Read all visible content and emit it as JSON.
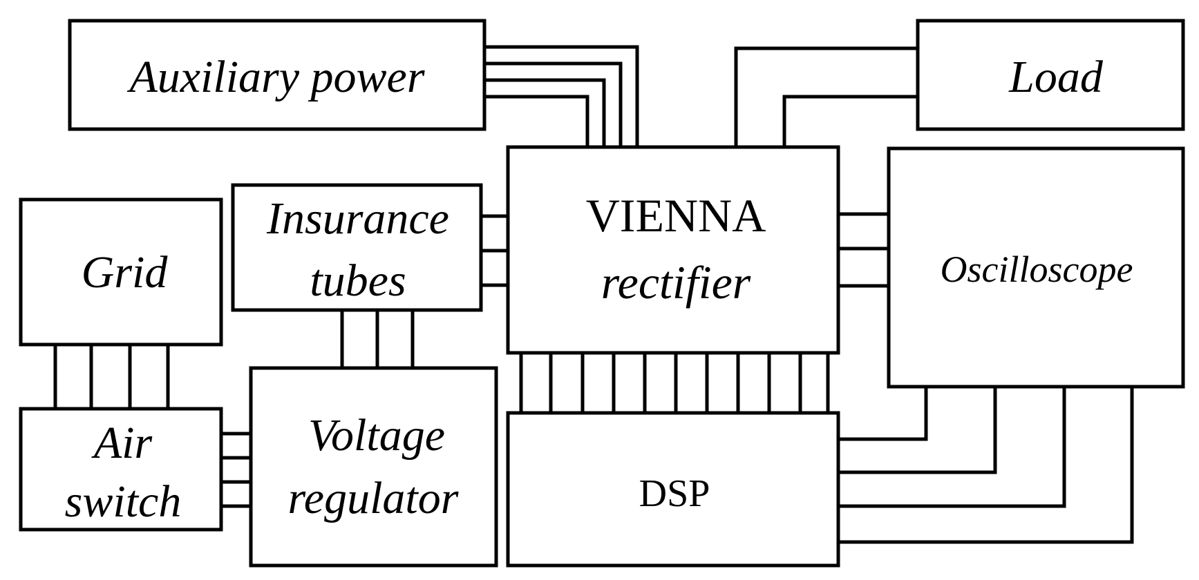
{
  "colors": {
    "stroke": "#000000",
    "background": "#ffffff"
  },
  "blocks": {
    "auxiliary_power": {
      "lines": [
        "Auxiliary power"
      ]
    },
    "load": {
      "lines": [
        "Load"
      ]
    },
    "grid": {
      "lines": [
        "Grid"
      ]
    },
    "insurance_tubes": {
      "lines": [
        "Insurance",
        "tubes"
      ]
    },
    "vienna_rectifier": {
      "lines": [
        "VIENNA",
        "rectifier"
      ]
    },
    "oscilloscope": {
      "lines": [
        "Oscilloscope"
      ]
    },
    "air_switch": {
      "lines": [
        "Air",
        "switch"
      ]
    },
    "voltage_regulator": {
      "lines": [
        "Voltage",
        "regulator"
      ]
    },
    "dsp": {
      "lines": [
        "DSP"
      ]
    }
  }
}
